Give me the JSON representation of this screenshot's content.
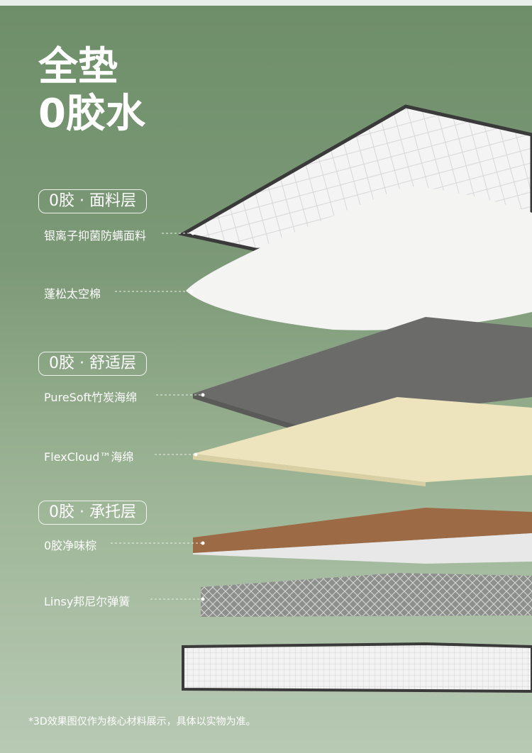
{
  "title": {
    "line1": "全垫",
    "line2": "0胶水"
  },
  "sections": [
    {
      "badge": "0胶 · 面料层",
      "items": [
        "银离子抑菌防螨面料",
        "蓬松太空棉"
      ]
    },
    {
      "badge": "0胶 · 舒适层",
      "items": [
        "PureSoft竹炭海绵",
        "FlexCloud™海绵"
      ]
    },
    {
      "badge": "0胶 · 承托层",
      "items": [
        "0胶净味棕",
        "Linsy邦尼尔弹簧"
      ]
    }
  ],
  "footnote": "*3D效果图仅作为核心材料展示，具体以实物为准。"
}
